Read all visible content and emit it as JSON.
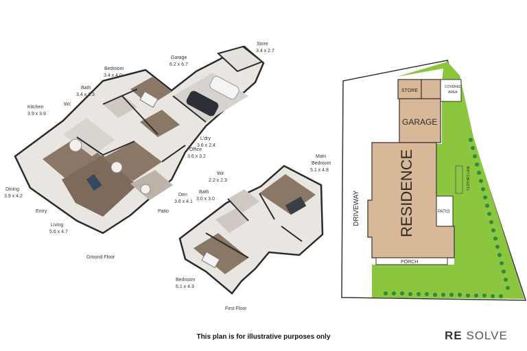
{
  "floor_labels": {
    "ground": "Ground Floor",
    "first": "First Floor"
  },
  "rooms": {
    "store": {
      "name": "Store",
      "dims": "3.4 x 2.7"
    },
    "garage": {
      "name": "Garage",
      "dims": "6.2 x 6.7"
    },
    "bedroom": {
      "name": "Bedroom",
      "dims": "3.4 x 4.0"
    },
    "bath": {
      "name": "Bath",
      "dims": "3.4 x 2.3"
    },
    "wc": {
      "name": "Wc"
    },
    "kitchen": {
      "name": "Kitchen",
      "dims": "3.9 x 3.9"
    },
    "laundry": {
      "name": "L'dry",
      "dims": "3.6 x 2.4"
    },
    "office": {
      "name": "Office",
      "dims": "3.6 x 3.2"
    },
    "dining": {
      "name": "Dining",
      "dims": "3.9 x 4.2"
    },
    "entry": {
      "name": "Entry"
    },
    "living": {
      "name": "Living",
      "dims": "5.6 x 4.7"
    },
    "den": {
      "name": "Den",
      "dims": "3.6 x 4.1"
    },
    "patio": {
      "name": "Patio"
    },
    "wir": {
      "name": "Wir",
      "dims": "2.2 x 2.3"
    },
    "bath2": {
      "name": "Bath",
      "dims": "3.0 x 3.0"
    },
    "main_bed": {
      "name1": "Main",
      "name2": "Bedroom",
      "dims": "5.1 x 4.8"
    },
    "bedroom2": {
      "name": "Bedroom",
      "dims": "6.1 x 4.3"
    }
  },
  "site_plan": {
    "store": "STORE",
    "covered1": "COVERED",
    "covered2": "AREA",
    "garage": "GARAGE",
    "residence": "RESIDENCE",
    "driveway": "DRIVEWAY",
    "clothes_line": "CLOTHES LINE",
    "patio": "PATIO",
    "porch": "PORCH"
  },
  "caption": "This plan is for illustrative purposes only",
  "brand": {
    "part1": "RE",
    "part2": "SOLVE"
  },
  "colors": {
    "grass": "#8cc63f",
    "hedge": "#2e8b3e",
    "building": "#d8b896",
    "outline": "#333333",
    "floor_wood": "#8b7765",
    "wall": "#2a2a2a"
  }
}
